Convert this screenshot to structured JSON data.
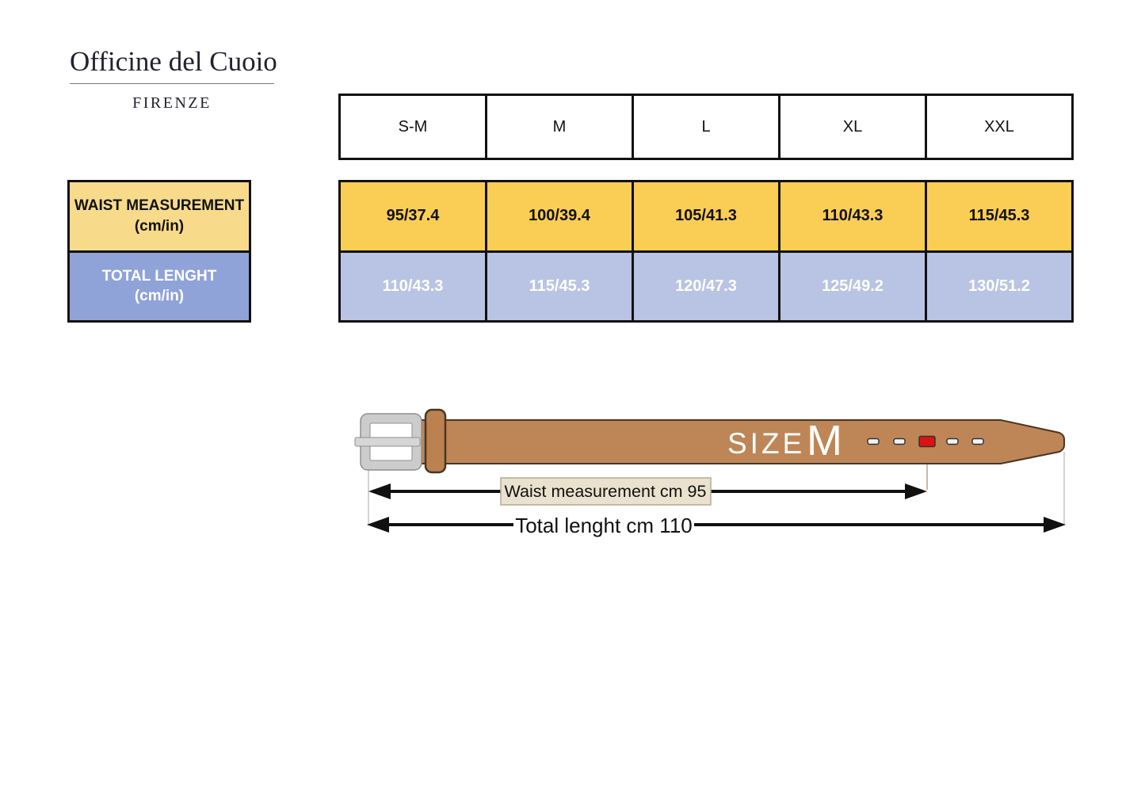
{
  "brand": {
    "name": "Officine del Cuoio",
    "city": "FIRENZE"
  },
  "size_table": {
    "sizes": [
      "S-M",
      "M",
      "L",
      "XL",
      "XXL"
    ],
    "rows": [
      {
        "label": "WAIST MEASUREMENT",
        "unit": "(cm/in)",
        "values": [
          "95/37.4",
          "100/39.4",
          "105/41.3",
          "110/43.3",
          "115/45.3"
        ]
      },
      {
        "label": "TOTAL LENGHT",
        "unit": "(cm/in)",
        "values": [
          "110/43.3",
          "115/45.3",
          "120/47.3",
          "125/49.2",
          "130/51.2"
        ]
      }
    ]
  },
  "belt": {
    "size_label": "SIZE",
    "size_value": "M",
    "waist_annotation": "Waist measurement  cm 95",
    "total_annotation": "Total lenght cm 110",
    "holes": 5,
    "highlighted_hole_index": 3
  },
  "colors": {
    "waist_label_bg": "#F7DB8A",
    "waist_cell_bg": "#FACD55",
    "total_label_bg": "#8FA3D9",
    "total_cell_bg": "#B9C4E4",
    "strap": "#BE8656",
    "buckle": "#CCCCCC",
    "highlight_hole": "#DE1212",
    "annotation_box_bg": "#EAE2CE"
  }
}
